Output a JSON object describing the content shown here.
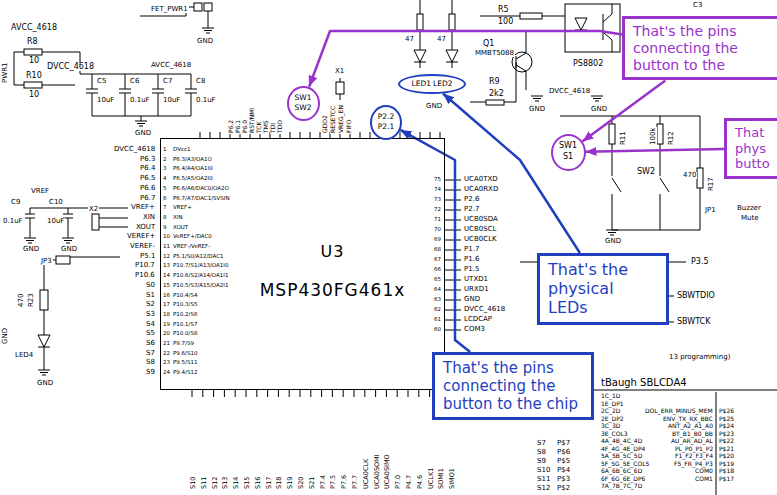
{
  "diagram": {
    "nodes": [
      {
        "text": [
          "That's the pins connecting the button to the"
        ]
      },
      {
        "text": [
          "That phys butto"
        ]
      },
      {
        "text": [
          "That's the physical LEDs"
        ]
      },
      {
        "text": [
          "That's the pins connecting the button to the chip"
        ]
      },
      {
        "text": [
          "U3",
          "MSP430FG461x"
        ]
      },
      {
        "text": [
          "SW1",
          "SW2"
        ]
      },
      {
        "text": [
          "SW1",
          "S1"
        ]
      },
      {
        "text": [
          "LED1",
          "LED2"
        ]
      },
      {
        "text": [
          "P2.2",
          "P2.1"
        ]
      }
    ],
    "edges": [
      {
        "from": 0,
        "to": 5,
        "arrow": "to"
      },
      {
        "from": 0,
        "to": 6,
        "arrow": "to"
      },
      {
        "from": 1,
        "to": 6,
        "arrow": "to"
      },
      {
        "from": 2,
        "to": 7,
        "arrow": "to"
      },
      {
        "from": 3,
        "to": 8,
        "arrow": "to"
      }
    ],
    "labels": [
      "FET_PWR1",
      "PWR1",
      "R8",
      "10",
      "AVCC_4618",
      "R10",
      "10",
      "DVCC_4618",
      "C5",
      "10uF",
      "C6",
      "0.1uF",
      "AVCC_4618",
      "C7",
      "10uF",
      "C8",
      "0.1uF",
      "GND",
      "GND",
      "X1",
      "R5",
      "100",
      "Q1",
      "MMBT5088",
      "R9",
      "2k2",
      "PS8802",
      "GND",
      "GND",
      "DVCC_4618",
      "C3",
      "R11",
      "SW2",
      "100k",
      "R12",
      "R17",
      "470",
      "JP1",
      "Buzzer",
      "Mute",
      "GND",
      "P3.5",
      "SBWTDIO",
      "SBWTCK",
      "13 programming)",
      "VREF",
      "C9",
      "0.1uF",
      "C10",
      "10uF",
      "X2",
      "GND",
      "GND",
      "JP3",
      "470",
      "R23",
      "LED4",
      "GND",
      "GND",
      "tBaugh SBLCDA4",
      "47",
      "47",
      "GND",
      "DVCC_4618",
      "P6.3",
      "P6.4",
      "P6.5",
      "P6.6",
      "P6.7",
      "VREF+",
      "XIN",
      "XOUT",
      "VEREF+",
      "VEREF-",
      "P5.1",
      "P10.7",
      "P10.6",
      "S0",
      "S1",
      "S2",
      "S3",
      "S4",
      "S5",
      "S6",
      "S7",
      "S8",
      "S9",
      "1",
      "2",
      "3",
      "4",
      "5",
      "6",
      "7",
      "8",
      "9",
      "10",
      "11",
      "12",
      "13",
      "14",
      "15",
      "16",
      "17",
      "18",
      "19",
      "20",
      "21",
      "22",
      "23",
      "24",
      "DVcc1",
      "P6.3/A3/OA1O",
      "P6.4/A4/OA1I0",
      "P6.5/A5/OA2I0",
      "P6.6/A6/DAC0/OA2O",
      "P6.7/A7/DAC1/SVSIN",
      "VREF+",
      "XIN",
      "XOUT",
      "VeREF+/DAC0",
      "VREF-/VeREF-",
      "P5.1/S0/A12/DAC1",
      "P10.7/S1/A13/OA1I0",
      "P10.6/S2/A14/OA1I1",
      "P10.5/S3/A15/OA2I1",
      "P10.4/S4",
      "P10.3/S5",
      "P10.2/S6",
      "P10.1/S7",
      "P10.0/S8",
      "P9.7/S9",
      "P9.6/S10",
      "P9.5/S11",
      "P9.4/S12",
      "UCA0TXD",
      "UCA0RXD",
      "P2.6",
      "P2.7",
      "UCB0SDA",
      "UCB0SCL",
      "UCB0CLK",
      "P1.7",
      "P1.6",
      "P1.5",
      "UTXD1",
      "URXD1",
      "GND",
      "DVCC_4618",
      "LCDCAP",
      "COM3",
      "75",
      "74",
      "73",
      "72",
      "71",
      "70",
      "69",
      "68",
      "67",
      "66",
      "65",
      "64",
      "63",
      "62",
      "61",
      "60",
      "S10",
      "S11",
      "S12",
      "S13",
      "S14",
      "S15",
      "S16",
      "S17",
      "S18",
      "S19",
      "S20",
      "S21",
      "P7.4",
      "P7.5",
      "P7.6",
      "P7.7",
      "UCA0CLK",
      "UCA0SOMI",
      "UCA0SIMO",
      "P7.0",
      "P4.7",
      "P4.6",
      "UCLK1",
      "SOMI1",
      "SIMO1",
      "P6.2",
      "P6.1",
      "P6.0",
      "RST/NMI",
      "TCK",
      "TMS",
      "TDI",
      "TDO",
      "GDO2",
      "RESETCC",
      "VREG_EN",
      "FIFO",
      "1C_1D",
      "1E_DP1",
      "2C_2D",
      "2E_DP2",
      "3C_3D",
      "3E_COL3",
      "4A_4B_4C_4D",
      "4F_4G_4E_DP4",
      "5A_5B_5C_5D",
      "5F_5G_5E_COL5",
      "6A_6B_6C_6D",
      "6F_6G_6E_DP6",
      "7A_7B_7C_7D",
      "DOL_ERR_MINUS_MEM",
      "ENV_TX_RX_BBC",
      "ANT_A2_A1_A0",
      "BT_B1_B0_BB",
      "AU_AR_AD_AL",
      "PL_P0_P1_P2",
      "F1_F2_F3_F4",
      "F5_FR_P4_P3",
      "COM0",
      "COM1",
      "P$26",
      "P$25",
      "P$24",
      "P$23",
      "P$22",
      "P$21",
      "P$20",
      "P$19",
      "P$18",
      "P$17",
      "S7",
      "S8",
      "S9",
      "S10",
      "S11",
      "S12",
      "P$7",
      "P$6",
      "P$5",
      "P$4",
      "P$3",
      "P$2"
    ]
  }
}
